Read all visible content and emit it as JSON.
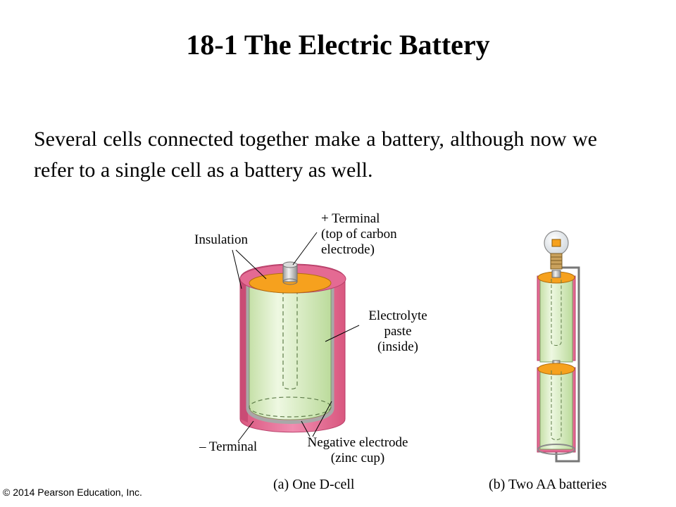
{
  "slide": {
    "title": "18-1 The Electric Battery",
    "body": "Several cells connected together make a battery, although now we refer to a single cell as a battery as well.",
    "copyright": "© 2014 Pearson Education, Inc."
  },
  "figure_a": {
    "caption": "(a) One D-cell",
    "labels": {
      "insulation": "Insulation",
      "terminal_pos": "+ Terminal",
      "terminal_pos_line2": "(top of carbon",
      "terminal_pos_line3": "electrode)",
      "electrolyte": "Electrolyte",
      "electrolyte_line2": "paste",
      "electrolyte_line3": "(inside)",
      "terminal_neg": "– Terminal",
      "negative_electrode": "Negative electrode",
      "negative_electrode_line2": "(zinc cup)"
    }
  },
  "figure_b": {
    "caption": "(b) Two AA batteries"
  },
  "colors": {
    "insulation": "#e8739a",
    "insulation_dark": "#d4567f",
    "paste": "#dcefc4",
    "paste_dark": "#b9d99a",
    "top_cap": "#f6a11e",
    "metal": "#b8b8b8",
    "metal_light": "#e6e6e6"
  }
}
